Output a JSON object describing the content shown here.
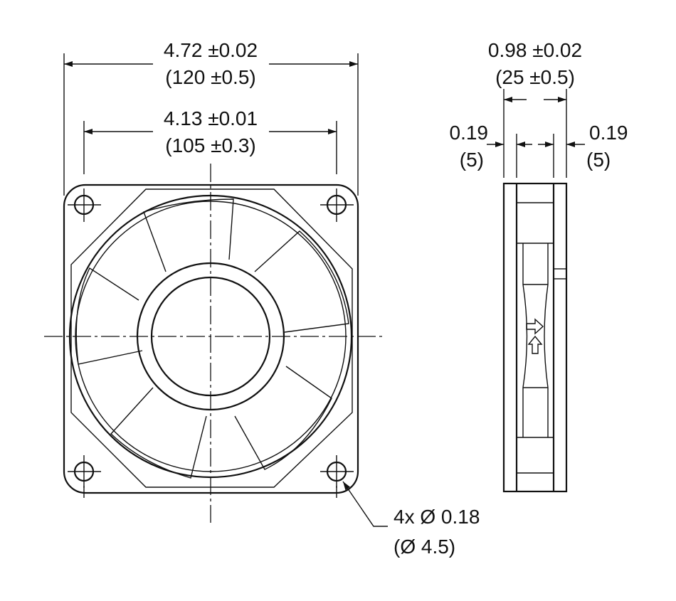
{
  "front_view": {
    "overall_width": {
      "inch": "4.72 ±0.02",
      "mm": "(120 ±0.5)"
    },
    "hole_spacing": {
      "inch": "4.13 ±0.01",
      "mm": "(105 ±0.3)"
    },
    "mount_holes": {
      "inch": "4x Ø 0.18",
      "mm": "(Ø 4.5)"
    }
  },
  "side_view": {
    "depth": {
      "inch": "0.98 ±0.02",
      "mm": "(25 ±0.5)"
    },
    "left_flange": {
      "inch": "0.19",
      "mm": "(5)"
    },
    "right_flange": {
      "inch": "0.19",
      "mm": "(5)"
    }
  }
}
